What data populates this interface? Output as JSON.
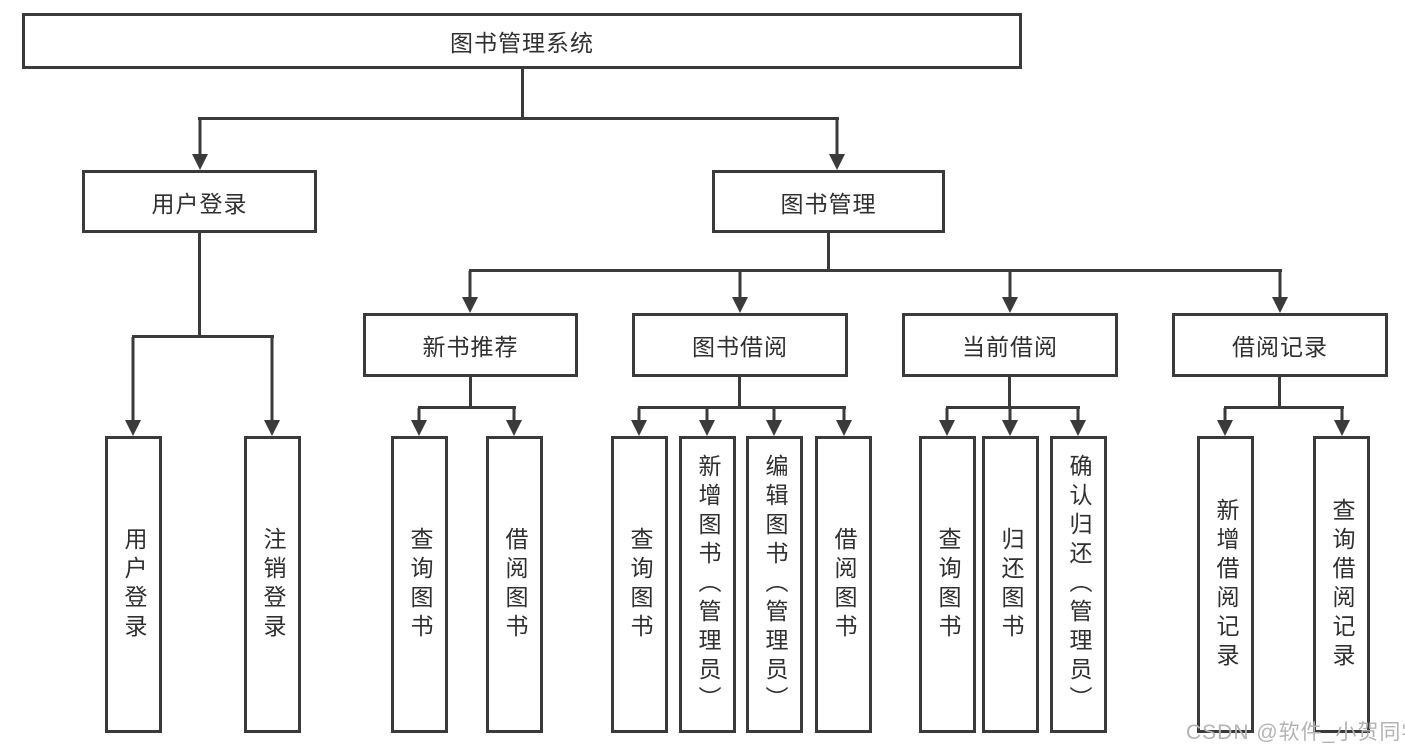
{
  "diagram": {
    "type": "tree",
    "root": {
      "label": "图书管理系统"
    },
    "level2": [
      {
        "label": "用户登录",
        "parent": "图书管理系统"
      },
      {
        "label": "图书管理",
        "parent": "图书管理系统"
      }
    ],
    "level3": [
      {
        "label": "新书推荐",
        "parent": "图书管理"
      },
      {
        "label": "图书借阅",
        "parent": "图书管理"
      },
      {
        "label": "当前借阅",
        "parent": "图书管理"
      },
      {
        "label": "借阅记录",
        "parent": "图书管理"
      }
    ],
    "leaves": [
      {
        "label": "用户登录",
        "parent": "用户登录"
      },
      {
        "label": "注销登录",
        "parent": "用户登录"
      },
      {
        "label": "查询图书",
        "parent": "新书推荐"
      },
      {
        "label": "借阅图书",
        "parent": "新书推荐"
      },
      {
        "label": "查询图书",
        "parent": "图书借阅"
      },
      {
        "label": "新增图书（管理员）",
        "parent": "图书借阅"
      },
      {
        "label": "编辑图书（管理员）",
        "parent": "图书借阅"
      },
      {
        "label": "借阅图书",
        "parent": "图书借阅"
      },
      {
        "label": "查询图书",
        "parent": "当前借阅"
      },
      {
        "label": "归还图书",
        "parent": "当前借阅"
      },
      {
        "label": "确认归还（管理员）",
        "parent": "当前借阅"
      },
      {
        "label": "新增借阅记录",
        "parent": "借阅记录"
      },
      {
        "label": "查询借阅记录",
        "parent": "借阅记录"
      }
    ]
  },
  "watermark": "CSDN @软件_小贺同学",
  "colors": {
    "line": "#3a3a3a",
    "text": "#2f2f2f",
    "watermark": "#b3b3b3",
    "background": "#ffffff"
  }
}
